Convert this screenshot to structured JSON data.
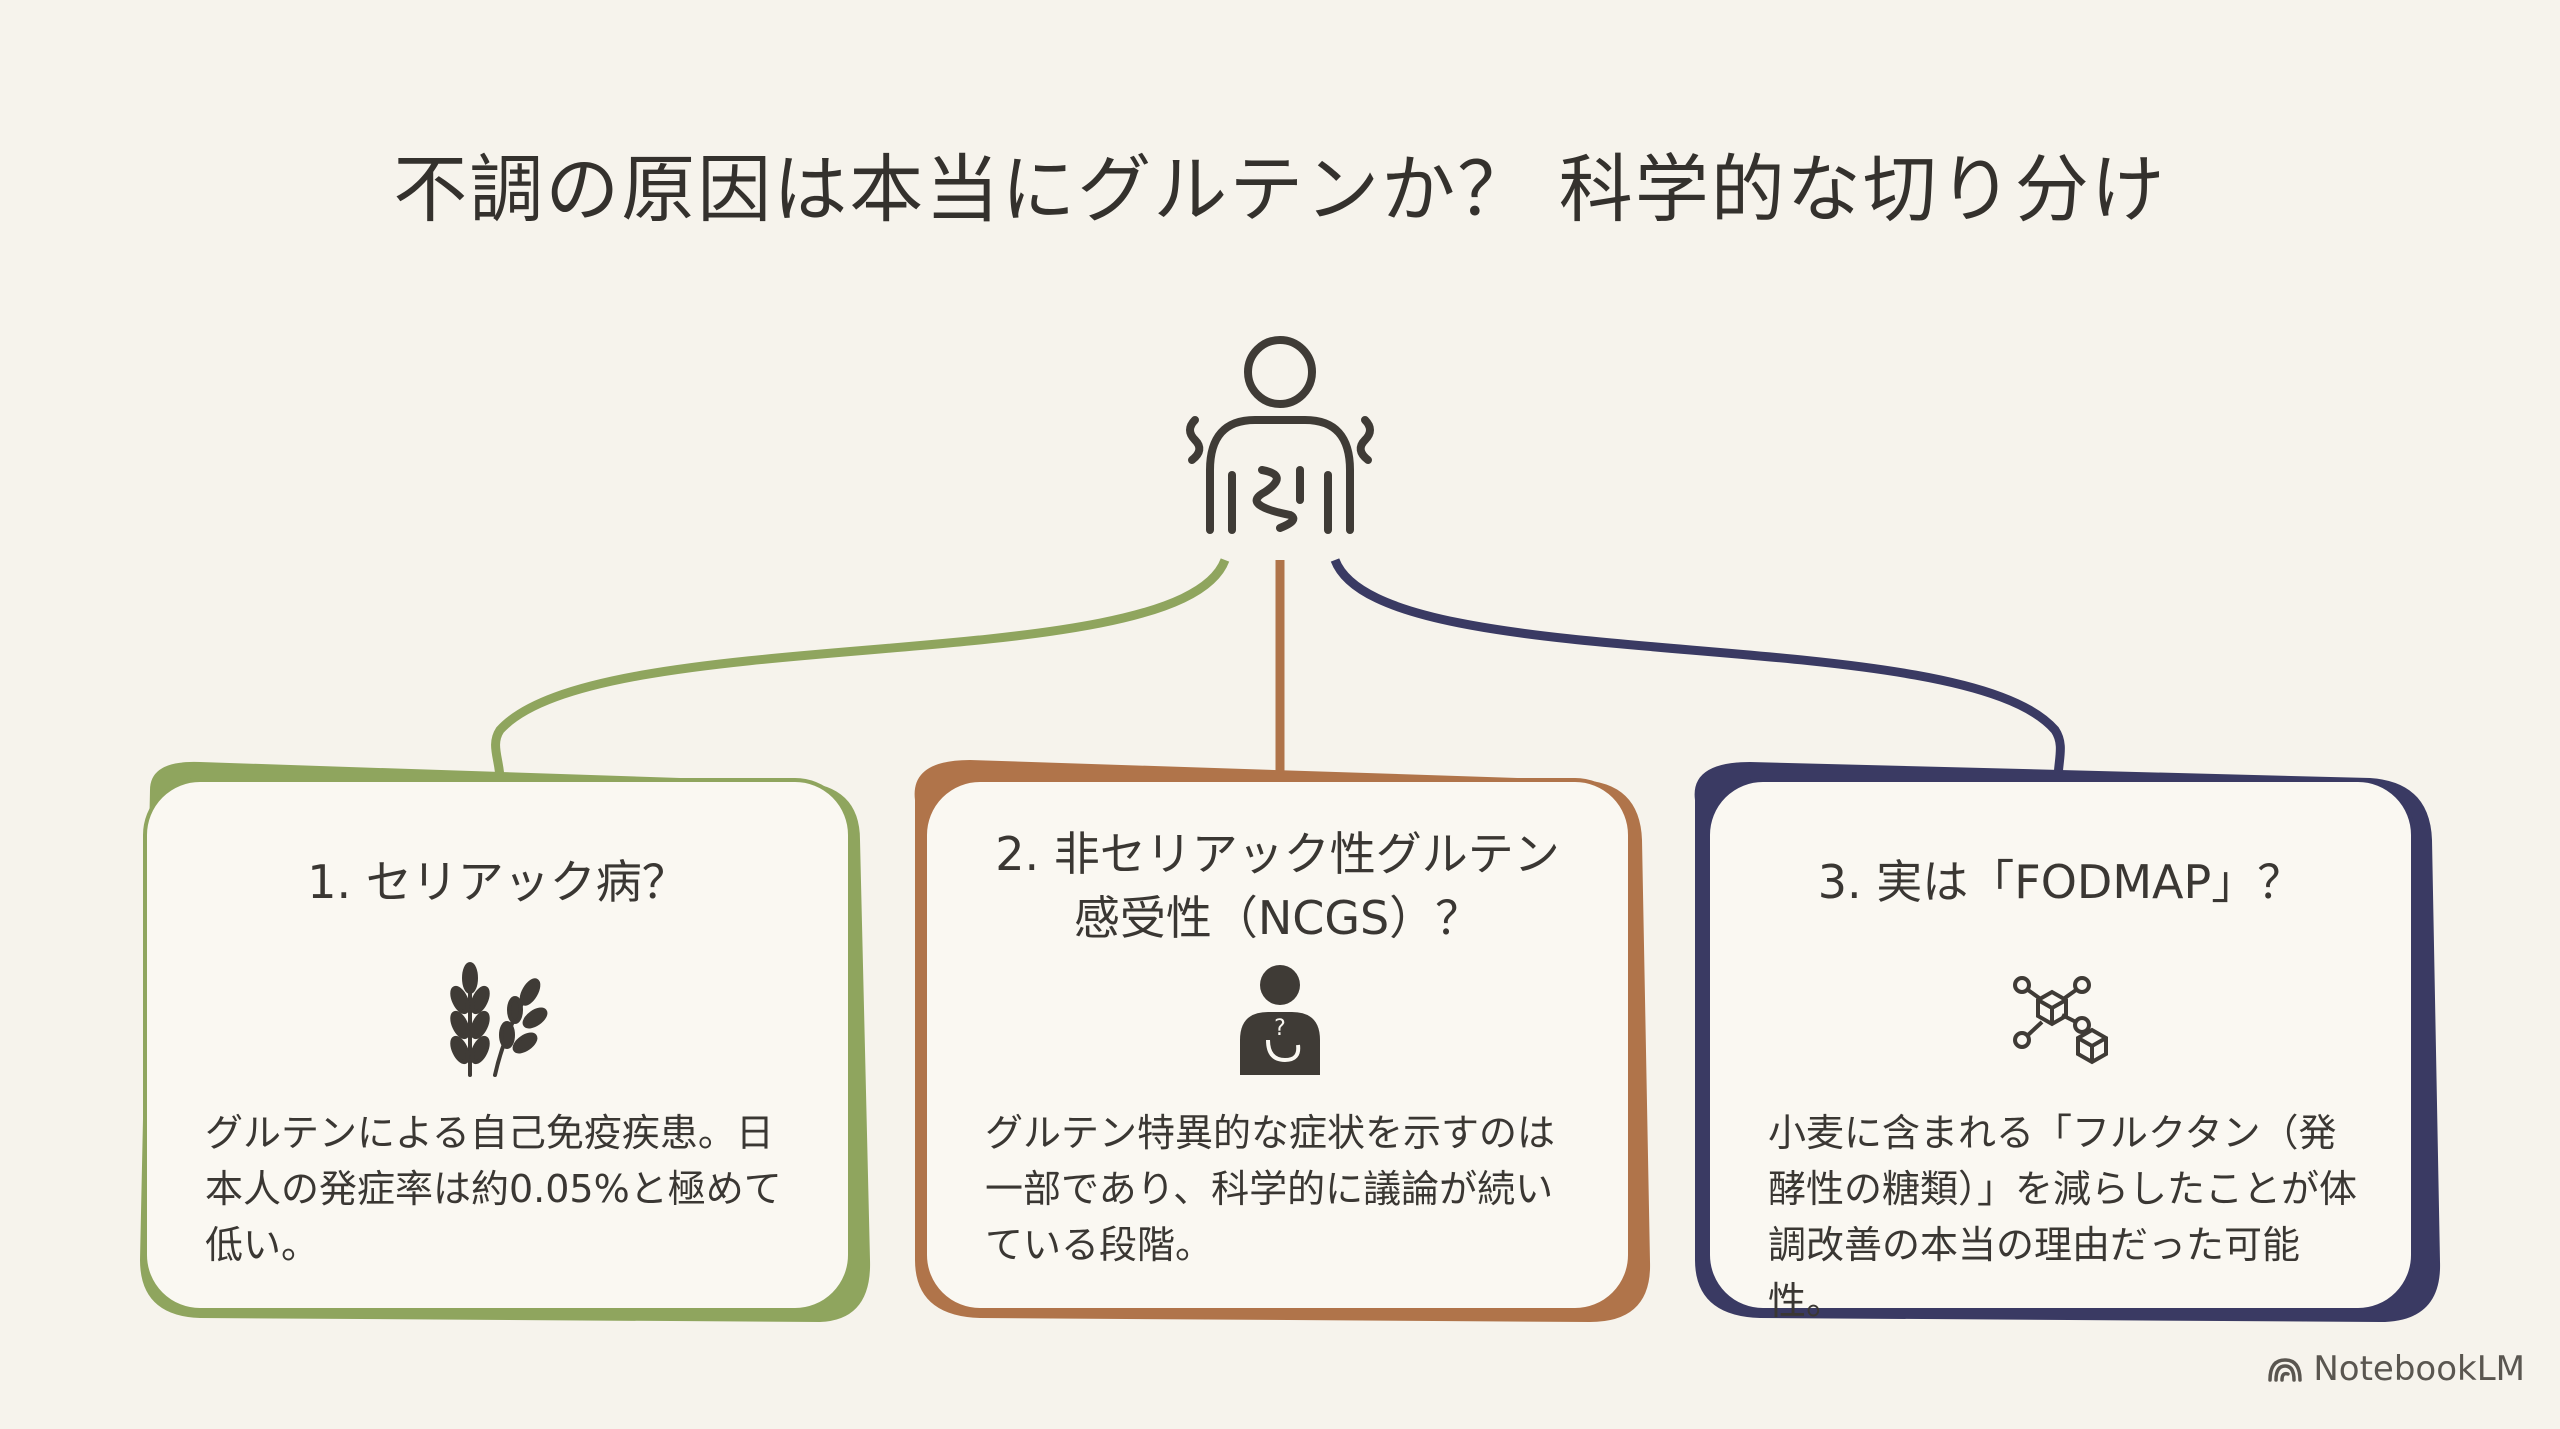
{
  "title": "不調の原因は本当にグルテンか？ 科学的な切り分け",
  "colors": {
    "green": "#8fa55e",
    "brown": "#b0744a",
    "navy": "#3a3a63",
    "card_bg": "#faf8f2",
    "text": "#3a3733"
  },
  "central_icon": "person-with-digestive-discomfort-icon",
  "cards": [
    {
      "title": "1. セリアック病？",
      "icon": "wheat-icon",
      "body": "グルテンによる自己免疫疾患。日本人の発症率は約0.05%と極めて低い。"
    },
    {
      "title": "2. 非セリアック性グルテン\n感受性（NCGS）？",
      "icon": "person-stomach-question-icon",
      "body": "グルテン特異的な症状を示すのは一部であり、科学的に議論が続いている段階。"
    },
    {
      "title": "3. 実は「FODMAP」？",
      "icon": "molecule-icon",
      "body": "小麦に含まれる「フルクタン（発酵性の糖類）」を減らしたことが体調改善の本当の理由だった可能性。"
    }
  ],
  "brand": "NotebookLM"
}
